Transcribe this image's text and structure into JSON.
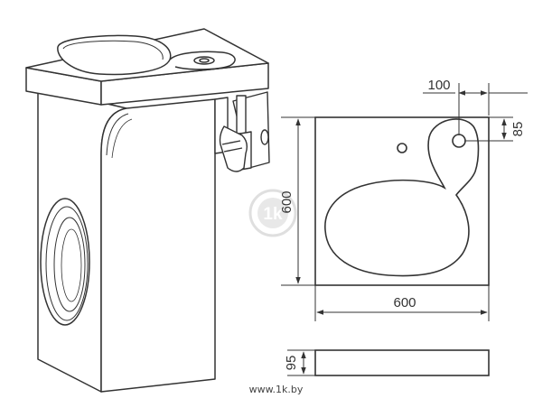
{
  "dimensions": {
    "sink_width": "600",
    "sink_depth": "600",
    "tap_offset_x": "100",
    "tap_offset_y": "85",
    "sink_thickness": "95"
  },
  "watermark": {
    "logo_text": "1k",
    "caption": "www.1k.by"
  },
  "colors": {
    "line": "#333333",
    "sink_fill": "#ffffff",
    "watermark": "#d9d9d9"
  },
  "icons": [
    "washing-machine-icon",
    "sink-icon",
    "drain-siphon-icon",
    "faucet-hole-icon",
    "dimension-arrow-icon",
    "watermark-logo-icon"
  ]
}
